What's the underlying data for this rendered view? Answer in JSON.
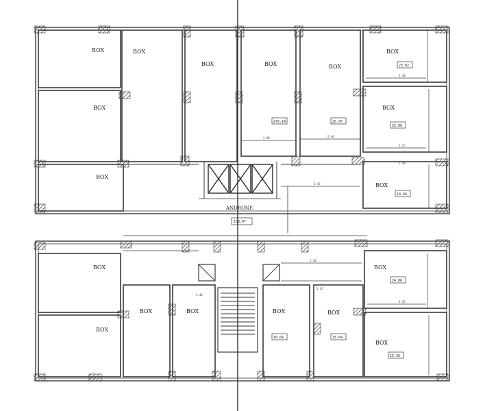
{
  "plan": {
    "room_label": "BOX",
    "hall_label": "ANDRONE",
    "hall_area": "153.47",
    "areas": {
      "r5": "270.14",
      "r6": "20.70",
      "r7": "25.00",
      "r8": "23.02",
      "r10": "14.44",
      "r13": "24.06",
      "r14": "18.64",
      "r15": "16.64",
      "r16": "15.36"
    },
    "dims": {
      "d1": "2.40",
      "d2": "2.40",
      "d3": "2.40",
      "d4": "2.25",
      "d5": "2.40",
      "d6": "2.45",
      "d7": "2.40",
      "d8": "2.45",
      "d9": "2.45",
      "d10": "2.40"
    },
    "colors": {
      "wall": "#3a3a3a",
      "hatch": "#555555",
      "paper": "#ffffff",
      "ink": "#222222"
    }
  }
}
